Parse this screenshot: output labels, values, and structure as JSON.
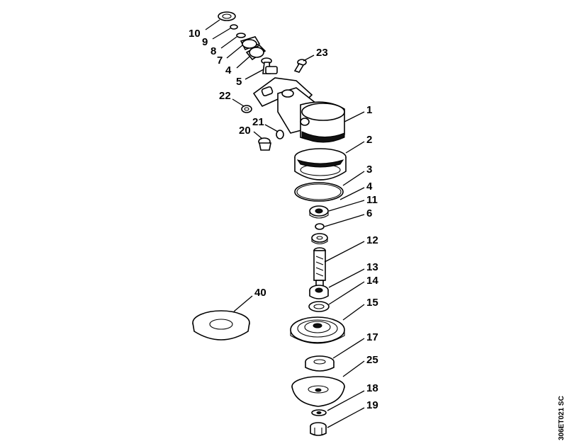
{
  "drawing_code": "306ET021 SC",
  "callouts": [
    {
      "id": "10",
      "label": "10"
    },
    {
      "id": "9",
      "label": "9"
    },
    {
      "id": "8",
      "label": "8"
    },
    {
      "id": "7",
      "label": "7"
    },
    {
      "id": "4a",
      "label": "4"
    },
    {
      "id": "5",
      "label": "5"
    },
    {
      "id": "23",
      "label": "23"
    },
    {
      "id": "22",
      "label": "22"
    },
    {
      "id": "21",
      "label": "21"
    },
    {
      "id": "20",
      "label": "20"
    },
    {
      "id": "1",
      "label": "1"
    },
    {
      "id": "2",
      "label": "2"
    },
    {
      "id": "3",
      "label": "3"
    },
    {
      "id": "4b",
      "label": "4"
    },
    {
      "id": "11",
      "label": "11"
    },
    {
      "id": "6",
      "label": "6"
    },
    {
      "id": "12",
      "label": "12"
    },
    {
      "id": "13",
      "label": "13"
    },
    {
      "id": "14",
      "label": "14"
    },
    {
      "id": "15",
      "label": "15"
    },
    {
      "id": "40",
      "label": "40"
    },
    {
      "id": "17",
      "label": "17"
    },
    {
      "id": "25",
      "label": "25"
    },
    {
      "id": "18",
      "label": "18"
    },
    {
      "id": "19",
      "label": "19"
    }
  ]
}
